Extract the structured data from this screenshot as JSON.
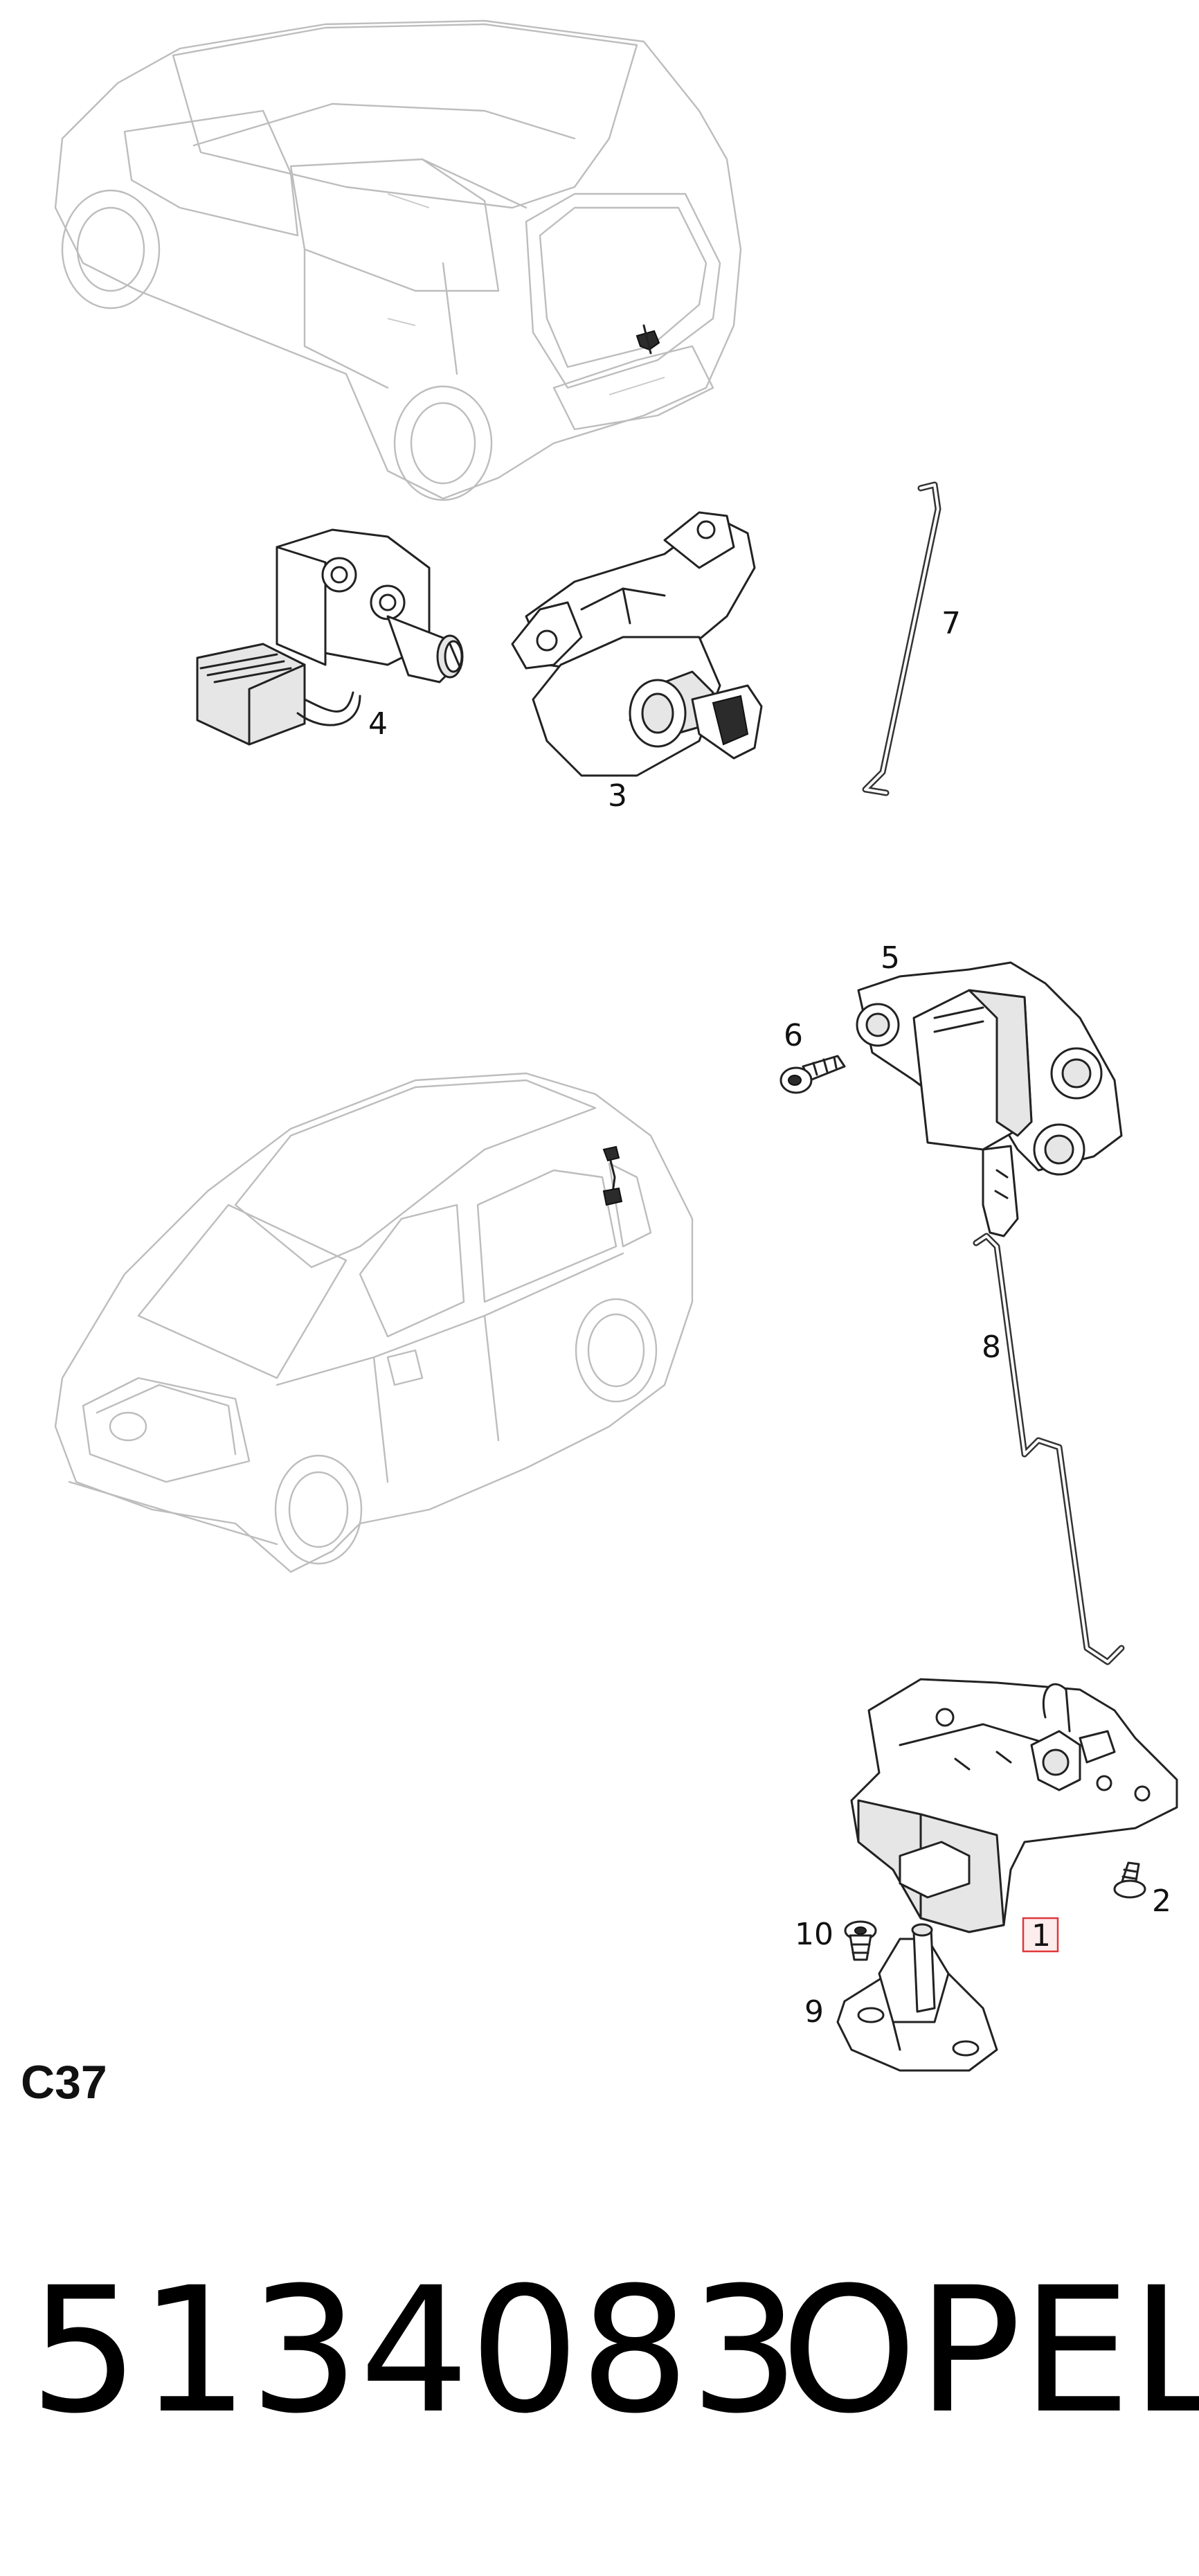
{
  "diagram": {
    "section_code": "C37",
    "part_number": "5134083",
    "brand": "OPEL",
    "highlighted_callout": "1",
    "callouts": [
      "1",
      "2",
      "3",
      "4",
      "5",
      "6",
      "7",
      "8",
      "9",
      "10"
    ]
  }
}
